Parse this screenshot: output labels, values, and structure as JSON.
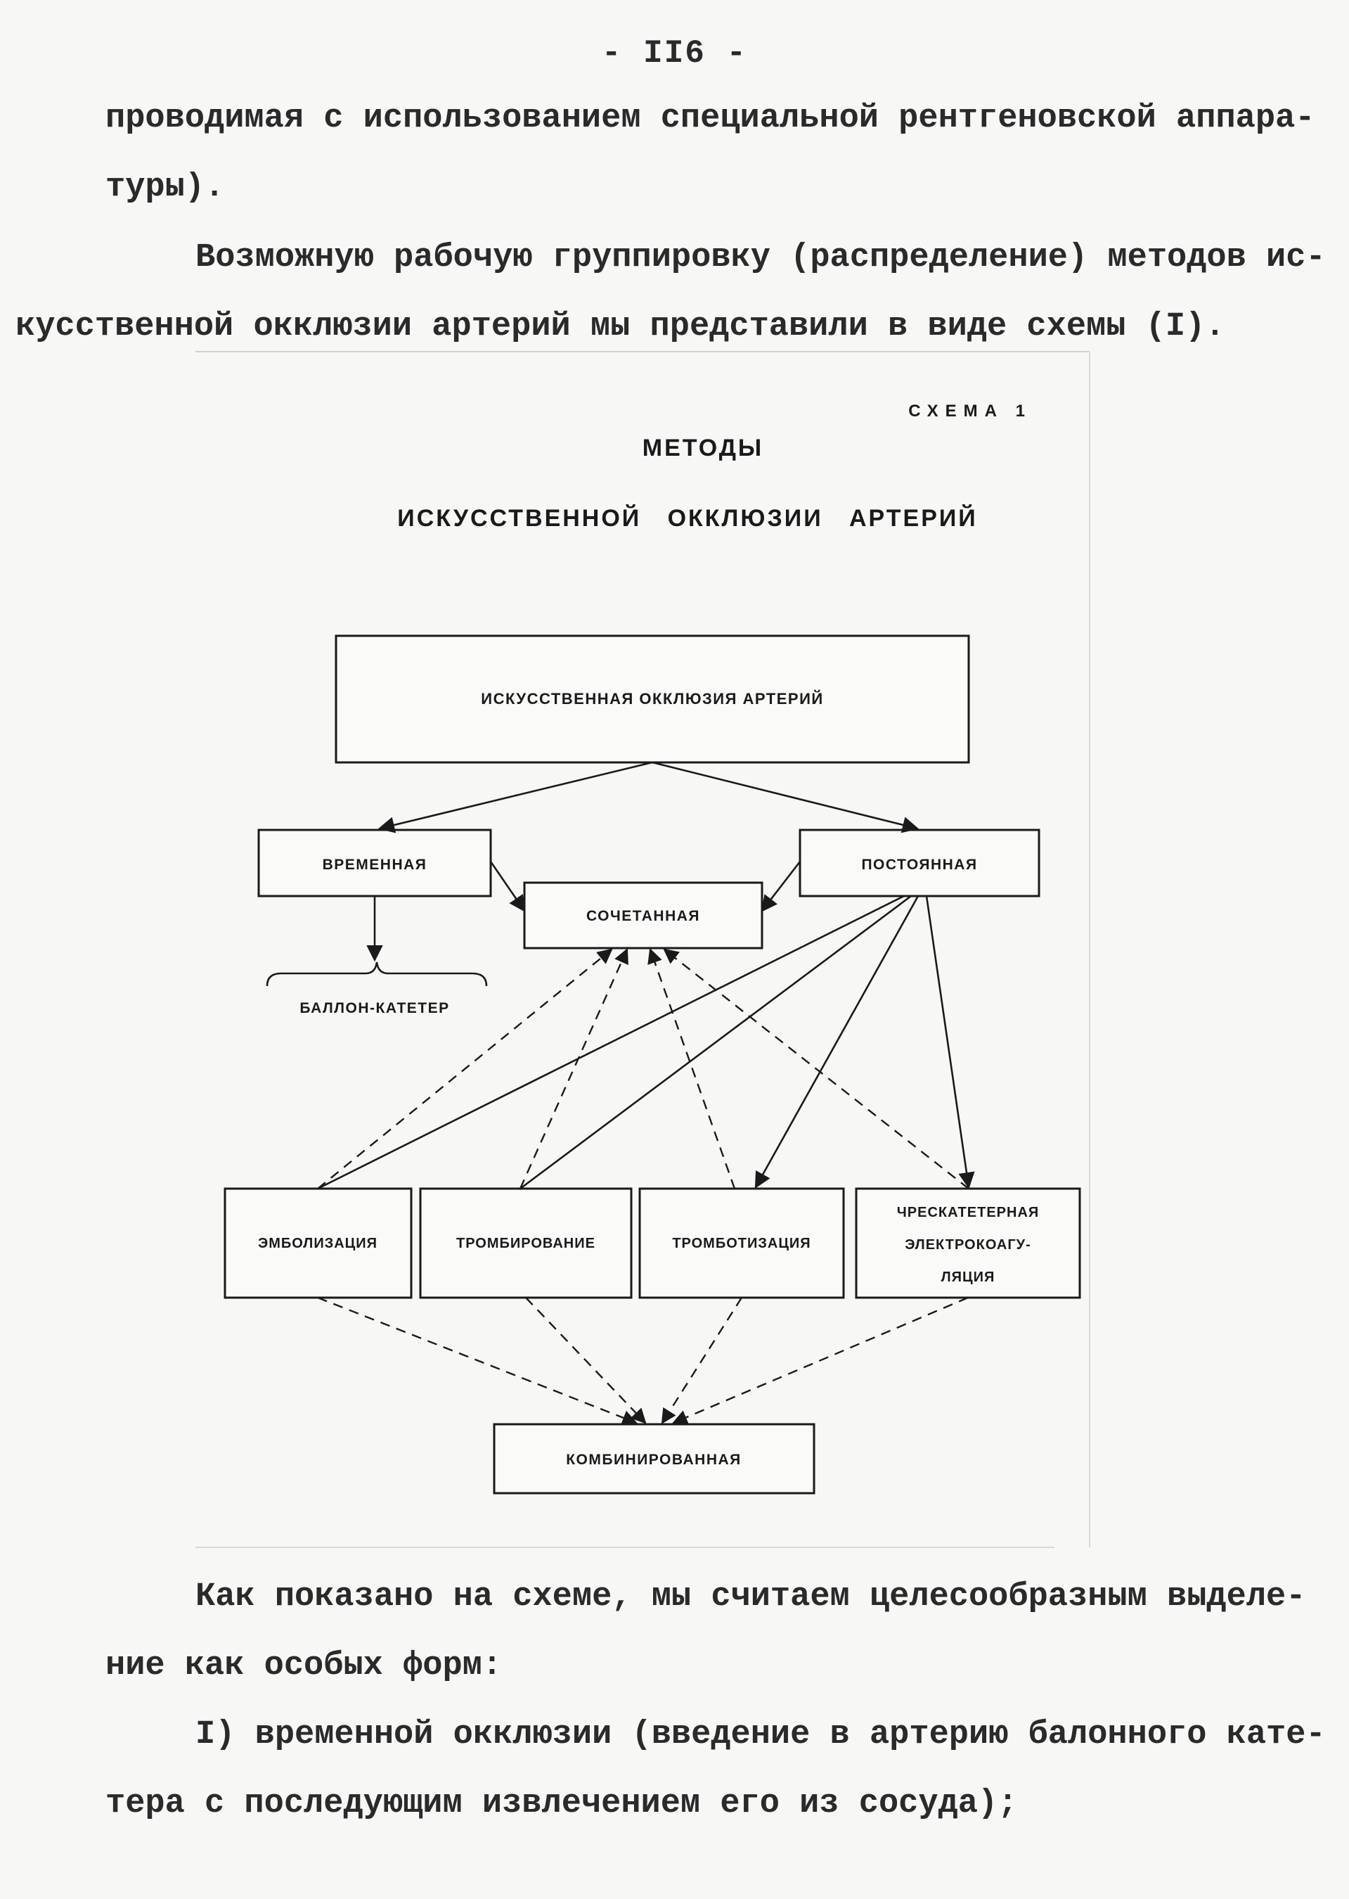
{
  "page_number": "- II6 -",
  "paragraph_top": {
    "line1": "проводимая с использованием специальной рентгеновской аппара-",
    "line2": "туры)."
  },
  "paragraph_intro": {
    "line1": "Возможную рабочую группировку (распределение) методов ис-",
    "line2": "кусственной окклюзии артерий мы представили в виде схемы (I)."
  },
  "schema": {
    "label": "СХЕМА 1",
    "title_line1": "МЕТОДЫ",
    "title_line2": "ИСКУССТВЕННОЙ   ОККЛЮЗИИ   АРТЕРИЙ",
    "nodes": {
      "root": "ИСКУССТВЕННАЯ ОККЛЮЗИЯ АРТЕРИЙ",
      "temporary": "ВРЕМЕННАЯ",
      "permanent": "ПОСТОЯННАЯ",
      "combined_simultaneous": "СОЧЕТАННАЯ",
      "balloon_catheter": "БАЛЛОН-КАТЕТЕР",
      "embolization": "ЭМБОЛИЗАЦИЯ",
      "thrombing": "ТРОМБИРОВАНИЕ",
      "thrombotization": "ТРОМБОТИЗАЦИЯ",
      "electrocoag_line1": "ЧРЕСКАТЕТЕРНАЯ",
      "electrocoag_line2": "ЭЛЕКТРОКОАГУ-",
      "electrocoag_line3": "ЛЯЦИЯ",
      "combined": "КОМБИНИРОВАННАЯ"
    }
  },
  "paragraph_after": {
    "line1": "Как показано на схеме, мы считаем целесообразным выделе-",
    "line2": "ние как особых форм:"
  },
  "list_item_1": {
    "line1": "I) временной окклюзии (введение в артерию балонного кате-",
    "line2": "тера с последующим извлечением его из сосуда);"
  }
}
